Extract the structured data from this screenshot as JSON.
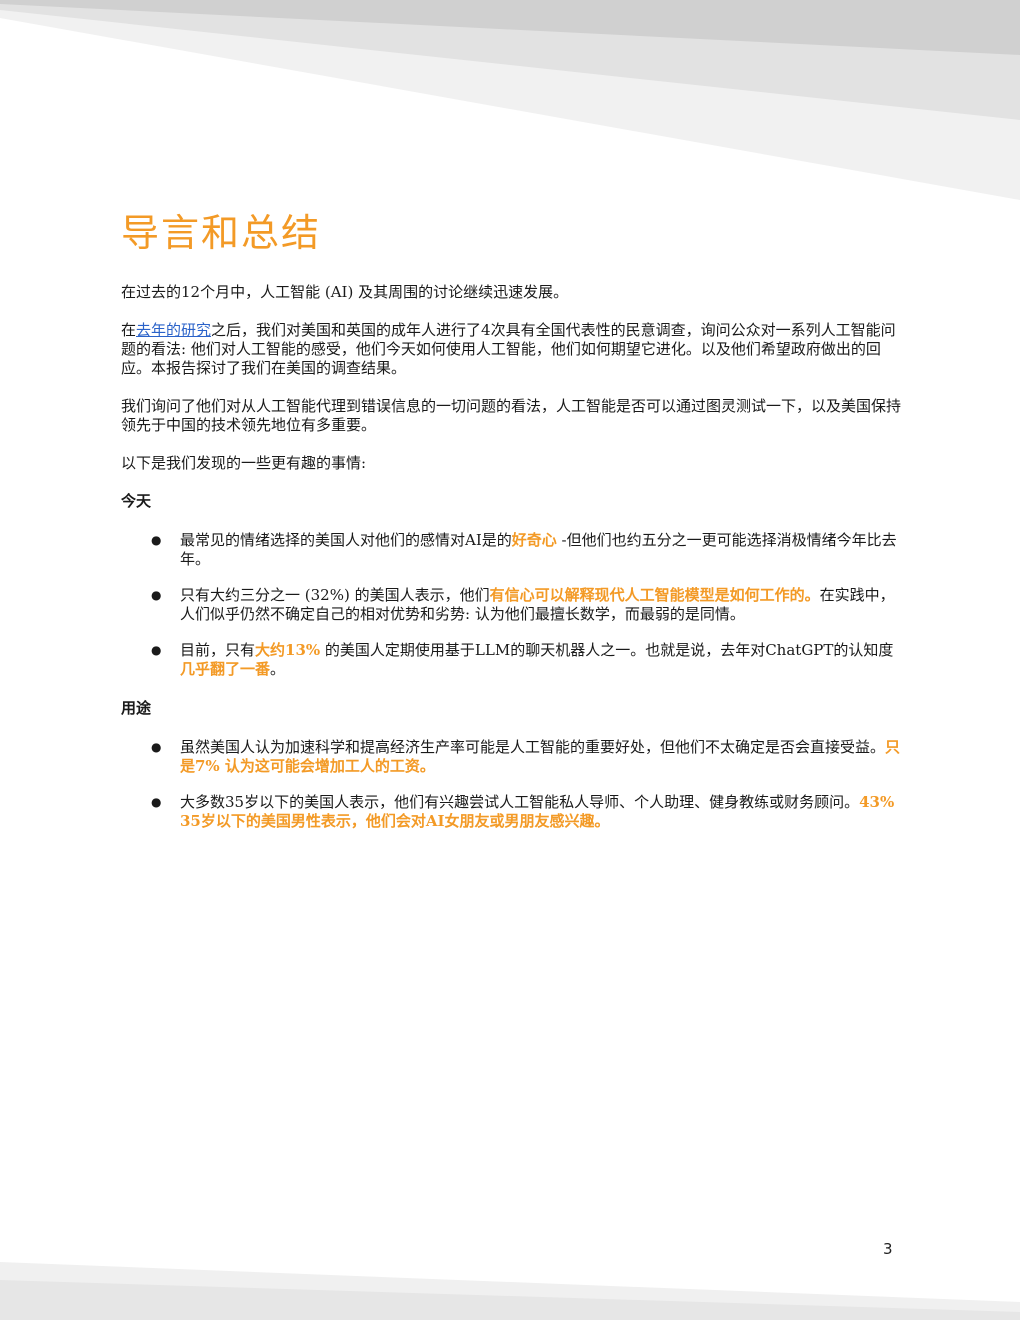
{
  "title": "导言和总结",
  "intro": {
    "p1": "在过去的12个月中，人工智能 (AI) 及其周围的讨论继续迅速发展。",
    "p2_pre": "在",
    "p2_link": "去年的研究",
    "p2_post": "之后，我们对美国和英国的成年人进行了4次具有全国代表性的民意调查，询问公众对一系列人工智能问题的看法: 他们对人工智能的感受，他们今天如何使用人工智能，他们如何期望它进化。以及他们希望政府做出的回应。本报告探讨了我们在美国的调查结果。",
    "p3": "我们询问了他们对从人工智能代理到错误信息的一切问题的看法，人工智能是否可以通过图灵测试一下，以及美国保持领先于中国的技术领先地位有多重要。",
    "p4": "以下是我们发现的一些更有趣的事情:"
  },
  "sections": {
    "today": {
      "heading": "今天",
      "b1_pre": "最常见的情绪选择的美国人对他们的感情对AI是的",
      "b1_hl": "好奇心",
      "b1_post": " -但他们也约五分之一更可能选择消极情绪今年比去年。",
      "b2_pre": "只有大约三分之一 (32%) 的美国人表示，他们",
      "b2_hl": "有信心可以解释现代人工智能模型是如何工作的。",
      "b2_post": "在实践中，人们似乎仍然不确定自己的相对优势和劣势: 认为他们最擅长数学，而最弱的是同情。",
      "b3_pre": "目前，只有",
      "b3_hl1": "大约13%",
      "b3_mid": " 的美国人定期使用基于LLM的聊天机器人之一。也就是说，去年对ChatGPT的认知度",
      "b3_hl2": "几乎翻了一番",
      "b3_post": "。"
    },
    "uses": {
      "heading": "用途",
      "b1_pre": "虽然美国人认为加速科学和提高经济生产率可能是人工智能的重要好处，但他们不太确定是否会直接受益。",
      "b1_hl": "只是7% 认为这可能会增加工人的工资。",
      "b2_pre": "大多数35岁以下的美国人表示，他们有兴趣尝试人工智能私人导师、个人助理、健身教练或财务顾问。",
      "b2_hl": "43% 35岁以下的美国男性表示，他们会对AI女朋友或男朋友感兴趣。"
    }
  },
  "bullet_glyph": "●",
  "page_number": "3",
  "colors": {
    "accent": "#f39a26",
    "link": "#2a62c9"
  }
}
